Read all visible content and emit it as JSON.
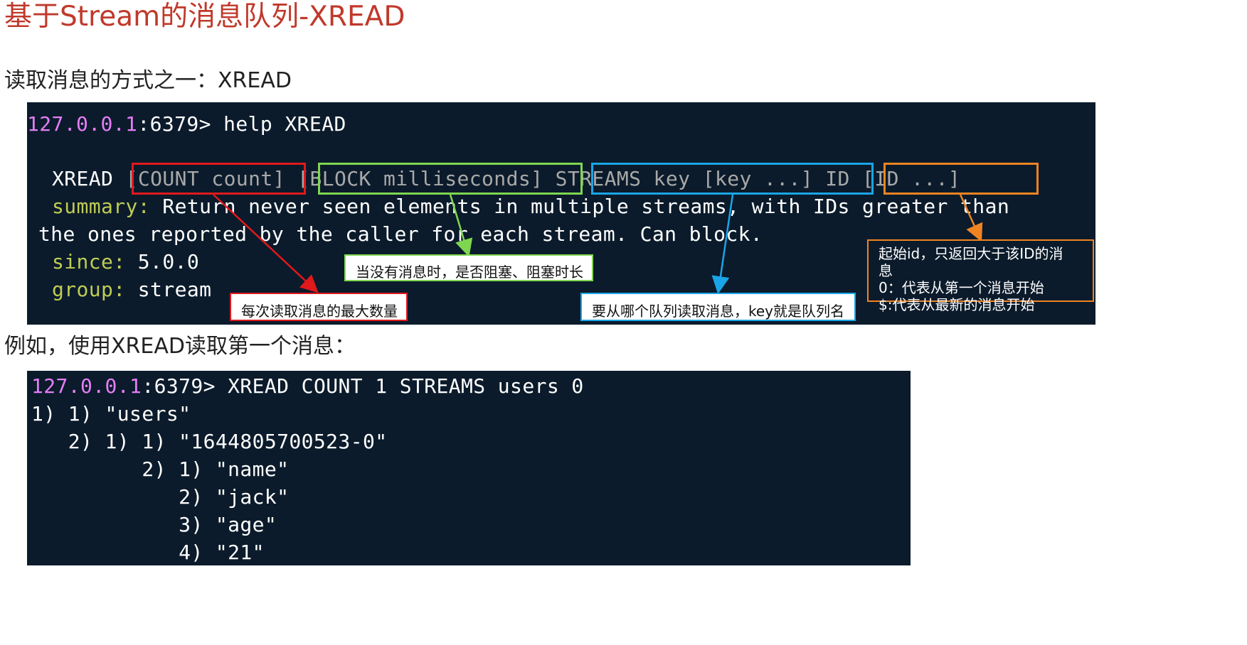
{
  "title": "基于Stream的消息队列-XREAD",
  "subtitle_read": "读取消息的方式之一：XREAD",
  "subtitle_example": "例如，使用XREAD读取第一个消息：",
  "help_terminal": {
    "prompt_ip": "127.0.0.1",
    "prompt_port": ":6379> ",
    "command": "help XREAD",
    "syntax_cmd": "XREAD",
    "syntax_count": "[COUNT count]",
    "syntax_block": "[BLOCK milliseconds]",
    "syntax_streams": "STREAMS key [key ...]",
    "syntax_id": "ID [ID ...]",
    "summary_label": "summary:",
    "summary_text_1": " Return never seen elements in multiple streams, with IDs greater than",
    "summary_text_2": "the ones reported by the caller for each stream. Can block.",
    "since_label": "since:",
    "since_value": " 5.0.0",
    "group_label": "group:",
    "group_value": " stream"
  },
  "annotations": {
    "count_note": "每次读取消息的最大数量",
    "block_note": "当没有消息时，是否阻塞、阻塞时长",
    "streams_note": "要从哪个队列读取消息，key就是队列名",
    "id_note_line1": "起始id，只返回大于该ID的消",
    "id_note_line2": "息",
    "id_note_line3": "0：代表从第一个消息开始",
    "id_note_line4": "$:代表从最新的消息开始"
  },
  "example_terminal": {
    "prompt_ip": "127.0.0.1",
    "prompt_port": ":6379> ",
    "command": "XREAD COUNT 1 STREAMS users 0",
    "output": [
      "1) 1) \"users\"",
      "   2) 1) 1) \"1644805700523-0\"",
      "         2) 1) \"name\"",
      "            2) \"jack\"",
      "            3) \"age\"",
      "            4) \"21\""
    ]
  },
  "colors": {
    "title": "#c0392b",
    "terminal_bg": "#0b1b2b",
    "prompt_ip": "#e57ef7",
    "keyword_green": "#bfcc54",
    "syntax_grey": "#a8a8a8",
    "box_red": "#e0191c",
    "box_green": "#7fd650",
    "box_blue": "#1aa5e8",
    "box_orange": "#f08422"
  }
}
